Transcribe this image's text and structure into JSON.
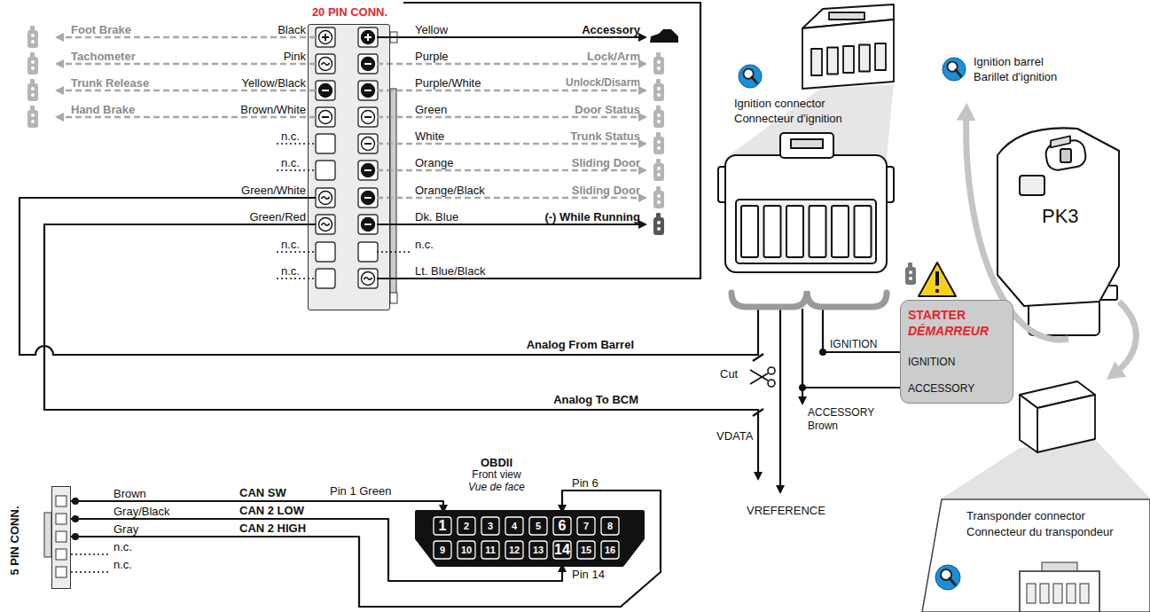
{
  "diagram": {
    "nodes": [
      {
        "text": [
          "20 PIN CONN."
        ]
      },
      {
        "text": [
          "5 PIN CONN."
        ]
      },
      {
        "text": [
          "OBDII",
          "Front view",
          "Vue de face",
          "1",
          "2",
          "3",
          "4",
          "5",
          "6",
          "7",
          "8",
          "9",
          "10",
          "11",
          "12",
          "13",
          "14",
          "15",
          "16"
        ]
      },
      {
        "text": [
          "STARTER",
          "DÉMARREUR",
          "IGNITION",
          "ACCESSORY"
        ]
      },
      {
        "text": [
          "Transponder connector",
          "Connecteur du transpondeur"
        ]
      }
    ],
    "edges": [
      {
        "from": 1,
        "to": 2,
        "arrow": "to",
        "label": "CAN SW"
      },
      {
        "from": 1,
        "to": 2,
        "arrow": "to",
        "label": "CAN 2 LOW"
      },
      {
        "from": 1,
        "to": 2,
        "arrow": "to",
        "label": "CAN 2 HIGH"
      }
    ],
    "labels": [
      "Foot Brake",
      "Tachometer",
      "Trunk Release",
      "Hand Brake",
      "Black",
      "Pink",
      "Yellow/Black",
      "Brown/White",
      "n.c.",
      "n.c.",
      "Green/White",
      "Green/Red",
      "n.c.",
      "n.c.",
      "Yellow",
      "Purple",
      "Purple/White",
      "Green",
      "White",
      "Orange",
      "Orange/Black",
      "Dk. Blue",
      "n.c.",
      "Lt. Blue/Black",
      "Accessory",
      "Lock/Arm",
      "Unlock/Disarm",
      "Door Status",
      "Trunk Status",
      "Sliding Door",
      "Sliding Door",
      "(-) While Running",
      "Analog From Barrel",
      "Analog To BCM",
      "Cut",
      "IGNITION",
      "ACCESSORY Brown",
      "VDATA",
      "VREFERENCE",
      "Ignition connector",
      "Connecteur d'ignition",
      "Ignition barrel",
      "Barillet d'ignition",
      "PK3",
      "Brown",
      "Gray/Black",
      "Gray",
      "n.c.",
      "n.c.",
      "Pin 1 Green",
      "Pin 6",
      "Pin 14"
    ]
  }
}
